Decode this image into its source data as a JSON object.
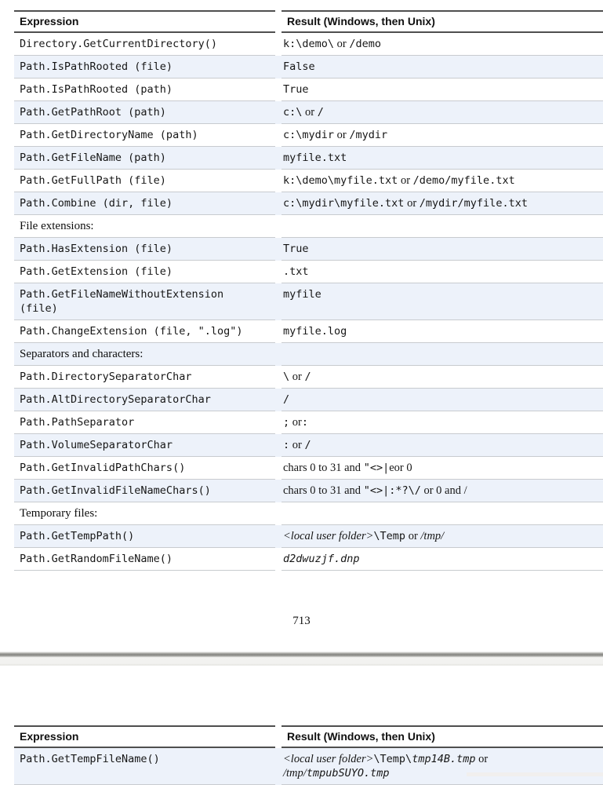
{
  "page_number": "713",
  "colors": {
    "row_shade": "#edf2fa",
    "rule_dark": "#4f4f4f",
    "rule_light": "#c8cbcf"
  },
  "tables": [
    {
      "columns": [
        "Expression",
        "Result (Windows, then Unix)"
      ],
      "rows": [
        {
          "shaded": false,
          "section": false,
          "expr": [
            {
              "t": "Directory.GetCurrentDirectory()",
              "s": "mono"
            }
          ],
          "result": [
            {
              "t": "k:\\demo\\",
              "s": "mono"
            },
            {
              "t": " or ",
              "s": "serif"
            },
            {
              "t": "/demo",
              "s": "mono"
            }
          ]
        },
        {
          "shaded": true,
          "section": false,
          "expr": [
            {
              "t": "Path.IsPathRooted (file)",
              "s": "mono"
            }
          ],
          "result": [
            {
              "t": "False",
              "s": "mono"
            }
          ]
        },
        {
          "shaded": false,
          "section": false,
          "expr": [
            {
              "t": "Path.IsPathRooted (path)",
              "s": "mono"
            }
          ],
          "result": [
            {
              "t": "True",
              "s": "mono"
            }
          ]
        },
        {
          "shaded": true,
          "section": false,
          "expr": [
            {
              "t": "Path.GetPathRoot (path)",
              "s": "mono"
            }
          ],
          "result": [
            {
              "t": "c:\\",
              "s": "mono"
            },
            {
              "t": " or ",
              "s": "serif"
            },
            {
              "t": "/",
              "s": "mono"
            }
          ]
        },
        {
          "shaded": false,
          "section": false,
          "expr": [
            {
              "t": "Path.GetDirectoryName (path)",
              "s": "mono"
            }
          ],
          "result": [
            {
              "t": "c:\\mydir",
              "s": "mono"
            },
            {
              "t": " or ",
              "s": "serif"
            },
            {
              "t": "/mydir",
              "s": "mono"
            }
          ]
        },
        {
          "shaded": true,
          "section": false,
          "expr": [
            {
              "t": "Path.GetFileName (path)",
              "s": "mono"
            }
          ],
          "result": [
            {
              "t": "myfile.txt",
              "s": "mono"
            }
          ]
        },
        {
          "shaded": false,
          "section": false,
          "expr": [
            {
              "t": "Path.GetFullPath (file)",
              "s": "mono"
            }
          ],
          "result": [
            {
              "t": "k:\\demo\\myfile.txt",
              "s": "mono"
            },
            {
              "t": " or ",
              "s": "serif"
            },
            {
              "t": "/demo/myfile.txt",
              "s": "mono"
            }
          ]
        },
        {
          "shaded": true,
          "section": false,
          "expr": [
            {
              "t": "Path.Combine (dir, file)",
              "s": "mono"
            }
          ],
          "result": [
            {
              "t": "c:\\mydir\\myfile.txt",
              "s": "mono"
            },
            {
              "t": " or ",
              "s": "serif"
            },
            {
              "t": "/mydir/myfile.txt",
              "s": "mono"
            }
          ]
        },
        {
          "shaded": false,
          "section": true,
          "expr": [
            {
              "t": "File extensions:",
              "s": "serif"
            }
          ],
          "result": []
        },
        {
          "shaded": true,
          "section": false,
          "expr": [
            {
              "t": "Path.HasExtension (file)",
              "s": "mono"
            }
          ],
          "result": [
            {
              "t": "True",
              "s": "mono"
            }
          ]
        },
        {
          "shaded": false,
          "section": false,
          "expr": [
            {
              "t": "Path.GetExtension (file)",
              "s": "mono"
            }
          ],
          "result": [
            {
              "t": ".txt",
              "s": "mono"
            }
          ]
        },
        {
          "shaded": true,
          "section": false,
          "expr": [
            {
              "t": "Path.GetFileNameWithoutExtension",
              "s": "mono"
            },
            {
              "br": true
            },
            {
              "t": "(file)",
              "s": "mono"
            }
          ],
          "result": [
            {
              "t": "myfile",
              "s": "mono"
            }
          ]
        },
        {
          "shaded": false,
          "section": false,
          "expr": [
            {
              "t": "Path.ChangeExtension (file, \".log\")",
              "s": "mono"
            }
          ],
          "result": [
            {
              "t": "myfile.log",
              "s": "mono"
            }
          ]
        },
        {
          "shaded": true,
          "section": true,
          "expr": [
            {
              "t": "Separators and characters:",
              "s": "serif"
            }
          ],
          "result": []
        },
        {
          "shaded": false,
          "section": false,
          "expr": [
            {
              "t": "Path.DirectorySeparatorChar",
              "s": "mono"
            }
          ],
          "result": [
            {
              "t": "\\",
              "s": "mono"
            },
            {
              "t": " or ",
              "s": "serif"
            },
            {
              "t": "/",
              "s": "mono"
            }
          ]
        },
        {
          "shaded": true,
          "section": false,
          "expr": [
            {
              "t": "Path.AltDirectorySeparatorChar",
              "s": "mono"
            }
          ],
          "result": [
            {
              "t": "/",
              "s": "mono"
            }
          ]
        },
        {
          "shaded": false,
          "section": false,
          "expr": [
            {
              "t": "Path.PathSeparator",
              "s": "mono"
            }
          ],
          "result": [
            {
              "t": ";",
              "s": "mono"
            },
            {
              "t": " or",
              "s": "serif"
            },
            {
              "t": ":",
              "s": "mono"
            }
          ]
        },
        {
          "shaded": true,
          "section": false,
          "expr": [
            {
              "t": "Path.VolumeSeparatorChar",
              "s": "mono"
            }
          ],
          "result": [
            {
              "t": ":",
              "s": "mono"
            },
            {
              "t": " or ",
              "s": "serif"
            },
            {
              "t": "/",
              "s": "mono"
            }
          ]
        },
        {
          "shaded": false,
          "section": false,
          "expr": [
            {
              "t": "Path.GetInvalidPathChars()",
              "s": "mono"
            }
          ],
          "result": [
            {
              "t": "chars 0 to 31 and ",
              "s": "serif"
            },
            {
              "t": "\"<>|",
              "s": "mono"
            },
            {
              "t": "eor 0",
              "s": "serif"
            }
          ]
        },
        {
          "shaded": true,
          "section": false,
          "expr": [
            {
              "t": "Path.GetInvalidFileNameChars()",
              "s": "mono"
            }
          ],
          "result": [
            {
              "t": "chars 0 to 31 and ",
              "s": "serif"
            },
            {
              "t": "\"<>|:*?\\/",
              "s": "mono"
            },
            {
              "t": " or 0 and /",
              "s": "serif"
            }
          ]
        },
        {
          "shaded": false,
          "section": true,
          "expr": [
            {
              "t": "Temporary files:",
              "s": "serif"
            }
          ],
          "result": []
        },
        {
          "shaded": true,
          "section": false,
          "expr": [
            {
              "t": "Path.GetTempPath()",
              "s": "mono"
            }
          ],
          "result": [
            {
              "t": "<local user folder>",
              "s": "serif-italic"
            },
            {
              "t": "\\Temp",
              "s": "mono"
            },
            {
              "t": " or ",
              "s": "serif"
            },
            {
              "t": "/tmp/",
              "s": "serif-italic"
            }
          ]
        },
        {
          "shaded": false,
          "section": false,
          "expr": [
            {
              "t": "Path.GetRandomFileName()",
              "s": "mono"
            }
          ],
          "result": [
            {
              "t": "d2dwuzjf.dnp",
              "s": "mono-italic"
            }
          ]
        }
      ]
    },
    {
      "columns": [
        "Expression",
        "Result (Windows, then Unix)"
      ],
      "rows": [
        {
          "shaded": true,
          "section": false,
          "expr": [
            {
              "t": "Path.GetTempFileName()",
              "s": "mono"
            }
          ],
          "result": [
            {
              "t": "<local user folder>",
              "s": "serif-italic"
            },
            {
              "t": "\\Temp\\",
              "s": "mono"
            },
            {
              "t": "tmp14B.tmp",
              "s": "mono-italic"
            },
            {
              "t": " or",
              "s": "serif"
            },
            {
              "br": true
            },
            {
              "t": "/tmp/",
              "s": "serif-italic"
            },
            {
              "t": "tmpubSUYO.tmp",
              "s": "mono-italic"
            }
          ]
        }
      ]
    }
  ]
}
